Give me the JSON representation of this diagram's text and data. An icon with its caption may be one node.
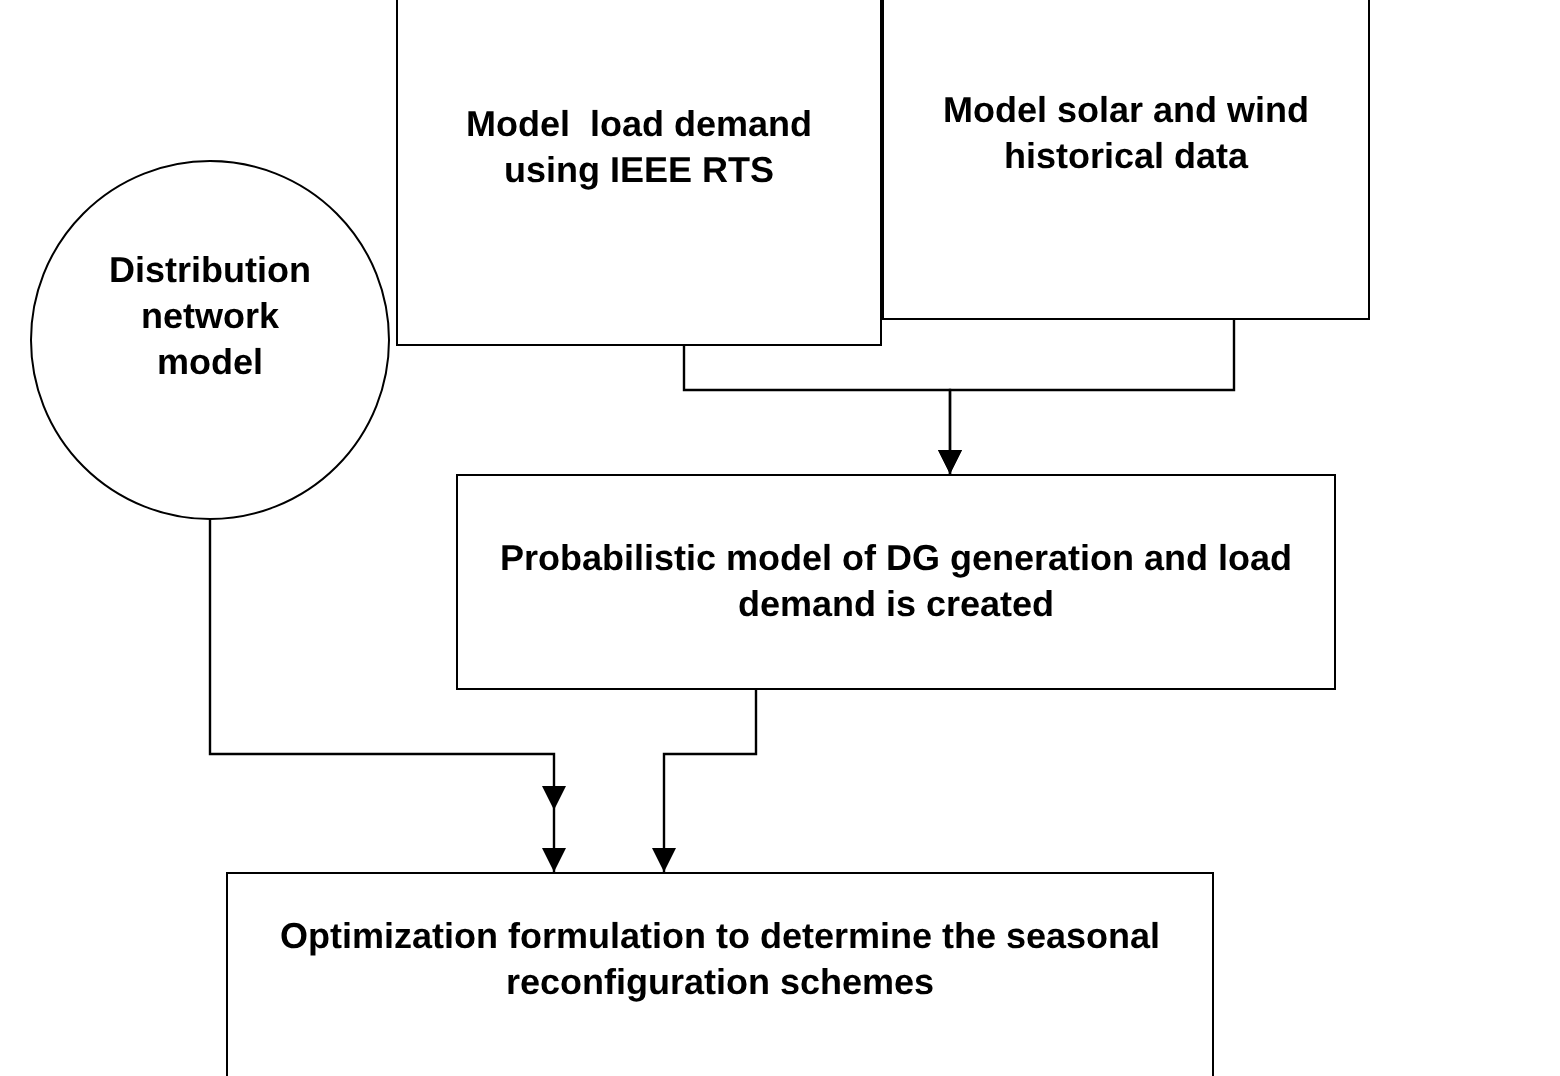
{
  "diagram": {
    "nodes": [
      {
        "text": [
          "Model  load demand using IEEE RTS"
        ]
      },
      {
        "text": [
          "Model solar and wind historical data"
        ]
      },
      {
        "text": [
          "Distribution network model"
        ]
      },
      {
        "text": [
          "Probabilistic model of DG generation and load demand is created"
        ]
      },
      {
        "text": [
          "Optimization formulation to determine the seasonal reconfiguration schemes"
        ]
      }
    ],
    "edges": [
      {
        "from": 0,
        "to": 3,
        "arrow": "to"
      },
      {
        "from": 1,
        "to": 3,
        "arrow": "to"
      },
      {
        "from": 2,
        "to": 4,
        "arrow": "to"
      },
      {
        "from": 3,
        "to": 4,
        "arrow": "to"
      }
    ]
  }
}
